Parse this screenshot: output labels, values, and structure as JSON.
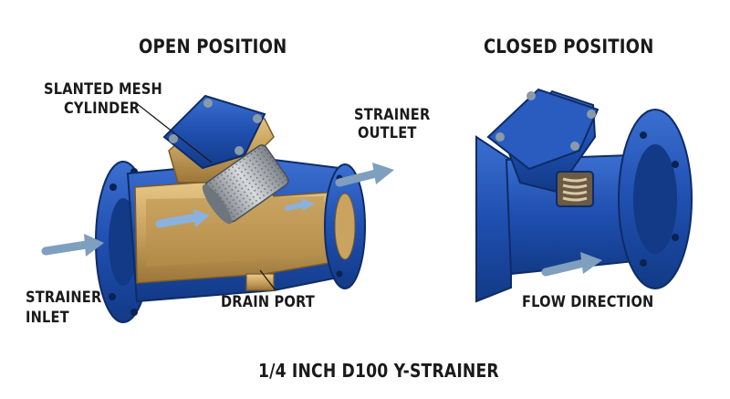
{
  "headings": {
    "open": "OPEN POSITION",
    "closed": "CLOSED POSITION"
  },
  "callouts": {
    "mesh_line1": "SLANTED MESH",
    "mesh_line2": "CYLINDER",
    "outlet_line1": "STRAINER",
    "outlet_line2": "OUTLET",
    "inlet_line1": "STRAINER",
    "inlet_line2": "INLET",
    "drain": "DRAIN PORT",
    "flow": "FLOW DIRECTION"
  },
  "title": "1/4 INCH D100 Y-STRAINER",
  "colors": {
    "iron_blue": "#1f4fb0",
    "iron_dark": "#123a86",
    "brass": "#c9a35f",
    "mesh_steel": "#a9aeb4",
    "arrow": "#7f9fbf"
  }
}
